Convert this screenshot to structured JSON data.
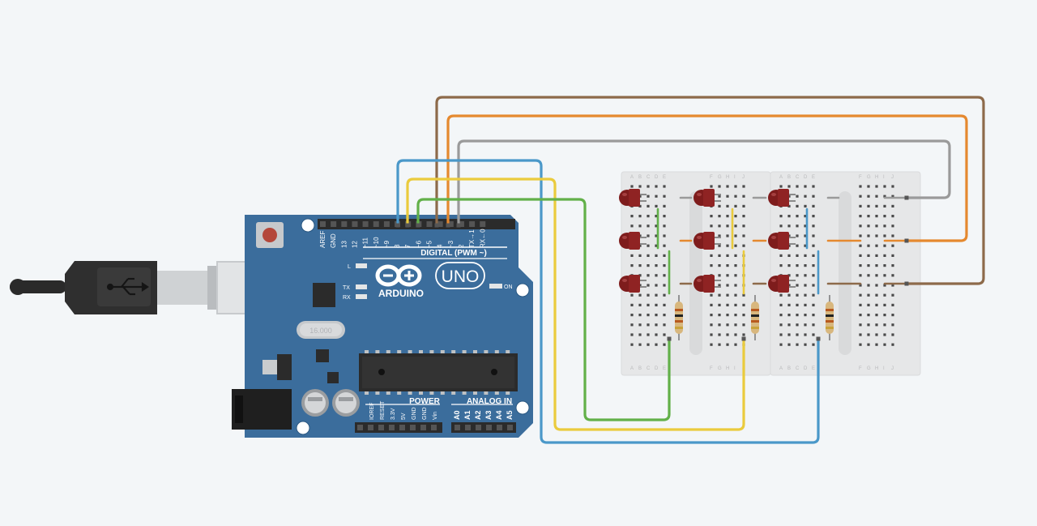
{
  "board": {
    "brand": "ARDUINO",
    "model": "UNO",
    "digital_header": "DIGITAL (PWM ~)",
    "power_header": "POWER",
    "analog_header": "ANALOG IN",
    "crystal": "16.000",
    "led_l": "L",
    "led_tx": "TX",
    "led_rx": "RX",
    "on_label": "ON",
    "digital_pins": [
      "AREF",
      "GND",
      "13",
      "12",
      "~11",
      "~10",
      "~9",
      "8",
      "7",
      "~6",
      "~5",
      "4",
      "~3",
      "2",
      "TX→1",
      "RX←0"
    ],
    "power_pins": [
      "IOREF",
      "RESET",
      "3.3V",
      "5V",
      "GND",
      "GND",
      "Vin"
    ],
    "analog_pins": [
      "A0",
      "A1",
      "A2",
      "A3",
      "A4",
      "A5"
    ]
  },
  "breadboard": {
    "col_letters_left": [
      "A",
      "B",
      "C",
      "D",
      "E"
    ],
    "col_letters_right": [
      "F",
      "G",
      "H",
      "I",
      "J"
    ],
    "row_count": 17
  },
  "colors": {
    "background": "#f3f6f8",
    "board": "#3b6d9c",
    "wire_brown": "#8d6a4a",
    "wire_orange": "#e5892f",
    "wire_gray": "#9a9a9a",
    "wire_blue": "#4a98c9",
    "wire_yellow": "#eacb3d",
    "wire_green": "#62b049",
    "led": "#7e1c1c"
  },
  "icons": {
    "usb_cable": "usb-cable-icon",
    "usb_symbol": "usb-symbol-icon"
  }
}
